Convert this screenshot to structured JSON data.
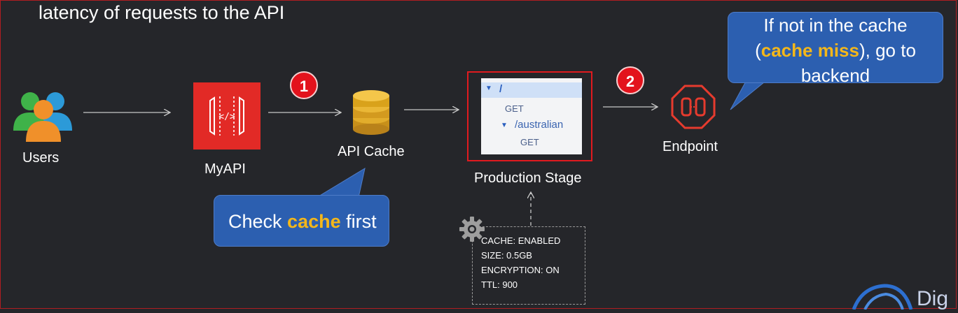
{
  "slide": {
    "title": "latency of requests to the API"
  },
  "nodes": {
    "users": "Users",
    "myapi": "MyAPI",
    "api_cache": "API Cache",
    "production_stage": "Production Stage",
    "endpoint": "Endpoint"
  },
  "steps": [
    "1",
    "2"
  ],
  "resource_tree": {
    "root": "/",
    "root_method": "GET",
    "child": "/australian",
    "child_method": "GET"
  },
  "callouts": {
    "check_cache": {
      "before": "Check ",
      "highlight": "cache",
      "after": " first"
    },
    "cache_miss": {
      "line1": "If not in the cache",
      "line2_open": "(",
      "line2_highlight": "cache miss",
      "line2_after": "), go to",
      "line3": "backend"
    }
  },
  "cache_settings": [
    "CACHE: ENABLED",
    "SIZE: 0.5GB",
    "ENCRYPTION: ON",
    "TTL: 900"
  ],
  "brand_partial": "Dig",
  "colors": {
    "background": "#25262a",
    "badge_red": "#e3121c",
    "api_red": "#e22a26",
    "callout_blue": "#2c5fb0",
    "highlight_gold": "#f4b71a",
    "cache_gold": "#d9a21b"
  }
}
